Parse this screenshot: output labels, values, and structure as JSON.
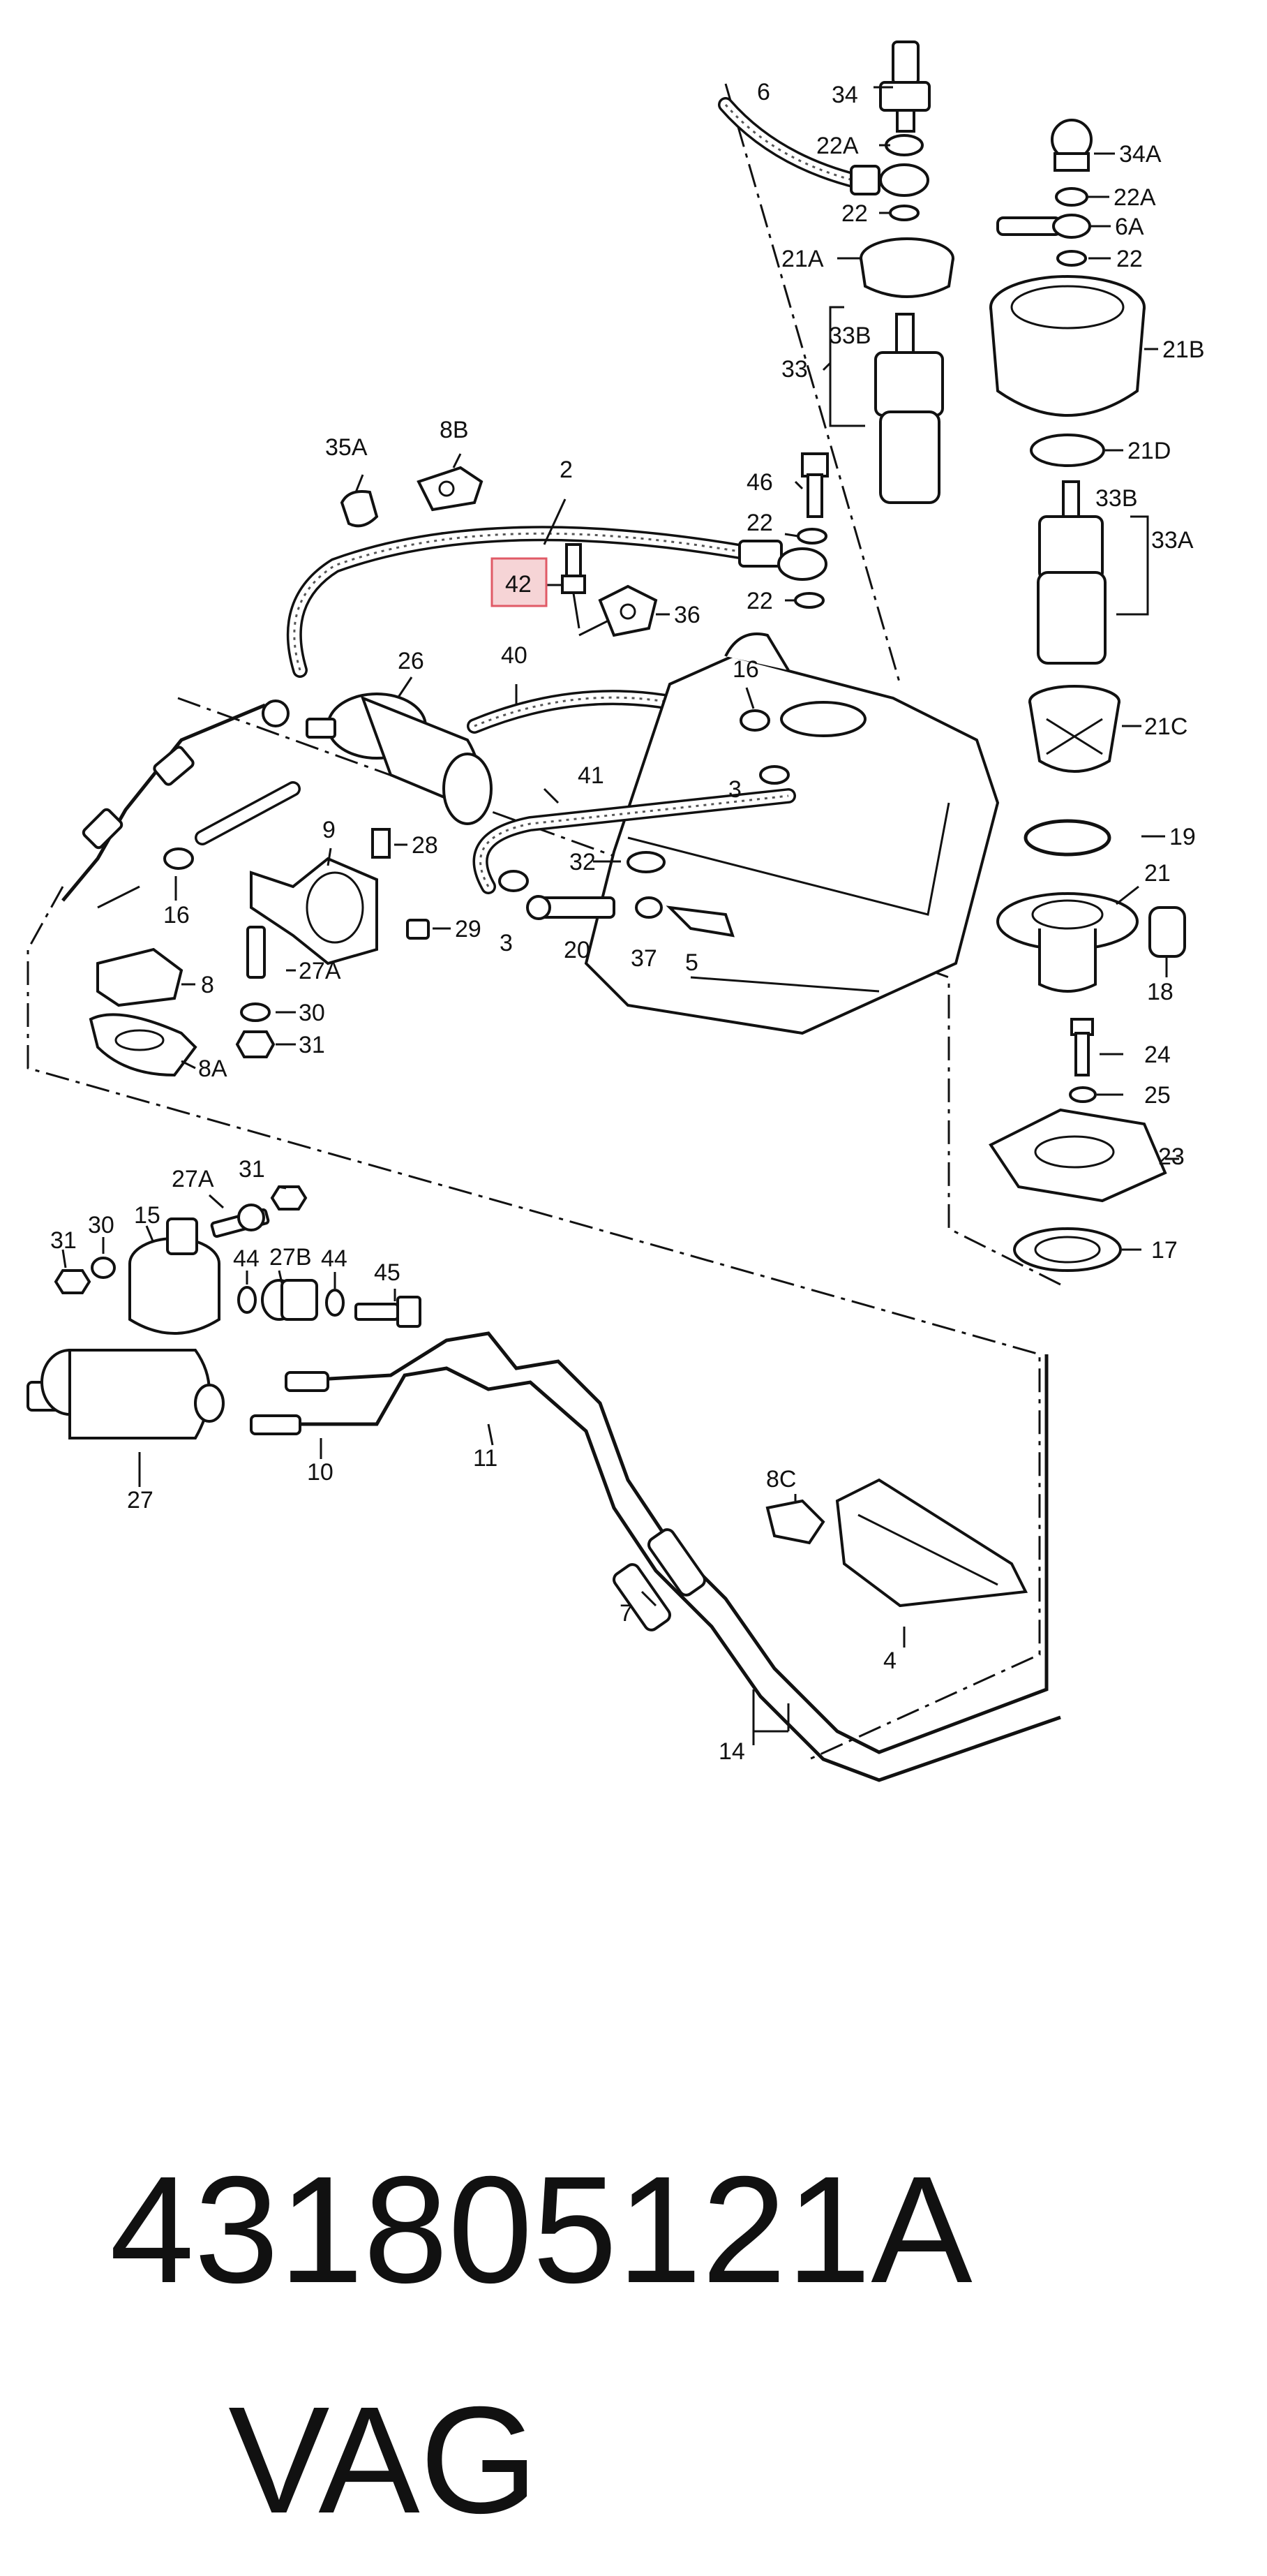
{
  "labels": {
    "l34": "34",
    "l6": "6",
    "l22a_1": "22A",
    "l22_1": "22",
    "l21a": "21A",
    "l33b_1": "33B",
    "l33": "33",
    "l34a": "34A",
    "l22a_2": "22A",
    "l6a": "6A",
    "l22_2": "22",
    "l21b": "21B",
    "l21d": "21D",
    "l33b_2": "33B",
    "l33a": "33A",
    "l35a": "35A",
    "l8b": "8B",
    "l2": "2",
    "l46": "46",
    "l22_3": "22",
    "l42": "42",
    "l22_4": "22",
    "l36": "36",
    "l26": "26",
    "l40": "40",
    "l16_1": "16",
    "l21c": "21C",
    "l41": "41",
    "l3_1": "3",
    "l9": "9",
    "l28": "28",
    "l16_2": "16",
    "l32": "32",
    "l19": "19",
    "l21": "21",
    "l27a_1": "27A",
    "l29": "29",
    "l3_2": "3",
    "l20": "20",
    "l37": "37",
    "l5": "5",
    "l8": "8",
    "l18": "18",
    "l30_1": "30",
    "l31_1": "31",
    "l8a": "8A",
    "l24": "24",
    "l25": "25",
    "l23": "23",
    "l27a_2": "27A",
    "l31_2": "31",
    "l15": "15",
    "l31_3": "31",
    "l30_2": "30",
    "l44_1": "44",
    "l27b": "27B",
    "l44_2": "44",
    "l45": "45",
    "l17": "17",
    "l27": "27",
    "l10": "10",
    "l11": "11",
    "l8c": "8C",
    "l7": "7",
    "l4": "4",
    "l14": "14"
  },
  "highlighted_label": "42",
  "highlight_color": "#e05a66",
  "footer": {
    "part_number": "431805121A",
    "brand": "VAG"
  }
}
